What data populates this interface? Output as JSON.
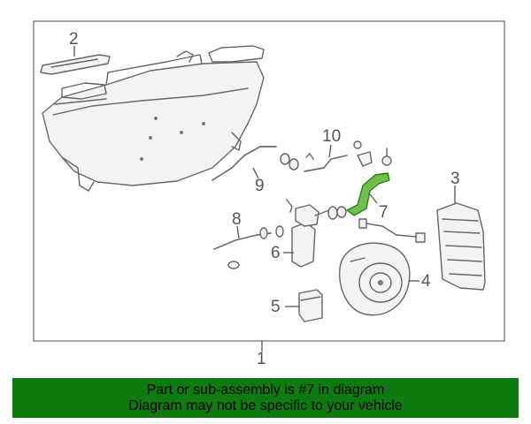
{
  "callouts": {
    "c1": "1",
    "c2": "2",
    "c3": "3",
    "c4": "4",
    "c5": "5",
    "c6": "6",
    "c7": "7",
    "c8": "8",
    "c9": "9",
    "c10": "10"
  },
  "banner": {
    "line1": "Part or sub-assembly is #7 in diagram",
    "line2": "Diagram may not be specific to your vehicle"
  },
  "colors": {
    "highlight": "#6fbf4a",
    "banner_bg": "#0e7a10",
    "line": "#666666"
  }
}
